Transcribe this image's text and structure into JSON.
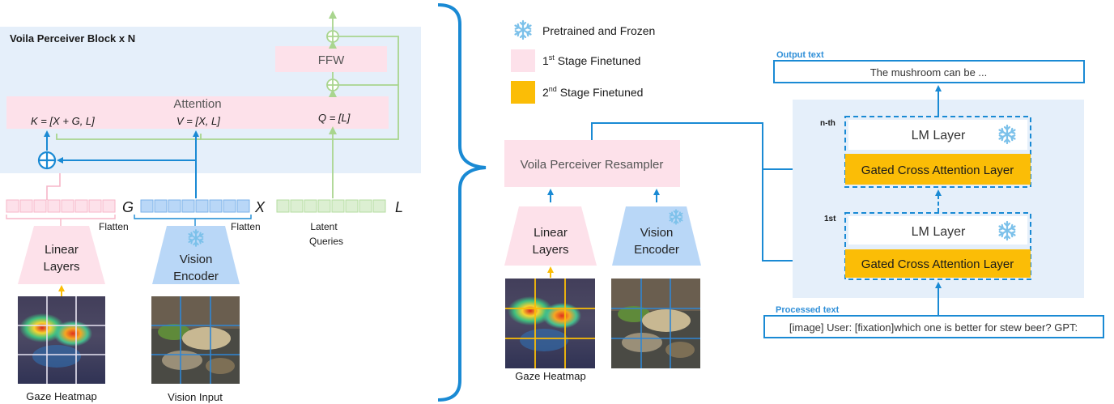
{
  "left_panel": {
    "block_title": "Voila Perceiver Block x N",
    "ffw_label": "FFW",
    "attention_label": "Attention",
    "eq_k": "K = [X + G, L]",
    "eq_v": "V = [X, L]",
    "eq_q": "Q = [L]",
    "label_G": "G",
    "label_X": "X",
    "label_L": "L",
    "flatten_1": "Flatten",
    "flatten_2": "Flatten",
    "latent_queries_line1": "Latent",
    "latent_queries_line2": "Queries",
    "linear_layers_line1": "Linear",
    "linear_layers_line2": "Layers",
    "vision_encoder_line1": "Vision",
    "vision_encoder_line2": "Encoder",
    "gaze_caption": "Gaze Heatmap",
    "vision_caption": "Vision Input"
  },
  "legend": {
    "frozen": "Pretrained and Frozen",
    "stage1_prefix": "1",
    "stage1_sup": "st",
    "stage1_suffix": " Stage Finetuned",
    "stage2_prefix": "2",
    "stage2_sup": "nd",
    "stage2_suffix": " Stage Finetuned"
  },
  "right_panel": {
    "resampler_label": "Voila Perceiver Resampler",
    "linear_layers_line1": "Linear",
    "linear_layers_line2": "Layers",
    "vision_encoder_line1": "Vision",
    "vision_encoder_line2": "Encoder",
    "gaze_caption": "Gaze Heatmap",
    "output_text_label": "Output text",
    "output_text_value": "The mushroom can be ...",
    "nth_label": "n-th",
    "first_label": "1st",
    "lm_layer_top": "LM Layer",
    "gated_top": "Gated Cross Attention Layer",
    "lm_layer_bottom": "LM Layer",
    "gated_bottom": "Gated Cross Attention Layer",
    "processed_text_label": "Processed text",
    "processed_text_value": "[image] User: [fixation]which one is better for stew beer? GPT:"
  },
  "colors": {
    "pink": "#fde1ea",
    "gold": "#fbbd06",
    "blue_light": "#b9d7f7",
    "panel_blue": "#e5effa",
    "green_light": "#dcefd2",
    "arrow_blue": "#1a8ad4",
    "arrow_green": "#a9d58e",
    "text_dark": "#2b2b2b",
    "label_blue": "#2f8fd8"
  }
}
